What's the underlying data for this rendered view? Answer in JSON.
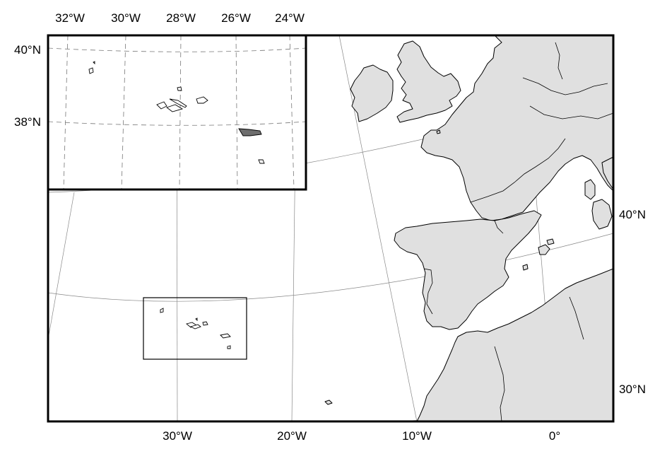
{
  "map": {
    "colors": {
      "land": "#e0e0e0",
      "sea": "#ffffff",
      "highlight_island": "#6e6e6e",
      "frame": "#000000",
      "graticule": "#888888"
    },
    "main_axes": {
      "bottom_lon_labels": [
        "30°W",
        "20°W",
        "10°W",
        "0°"
      ],
      "right_lat_labels": [
        "40°N",
        "30°N"
      ]
    },
    "inset": {
      "title_region": "Azores",
      "top_lon_labels": [
        "32°W",
        "30°W",
        "28°W",
        "26°W",
        "24°W"
      ],
      "left_lat_labels": [
        "40°N",
        "38°N"
      ]
    }
  }
}
